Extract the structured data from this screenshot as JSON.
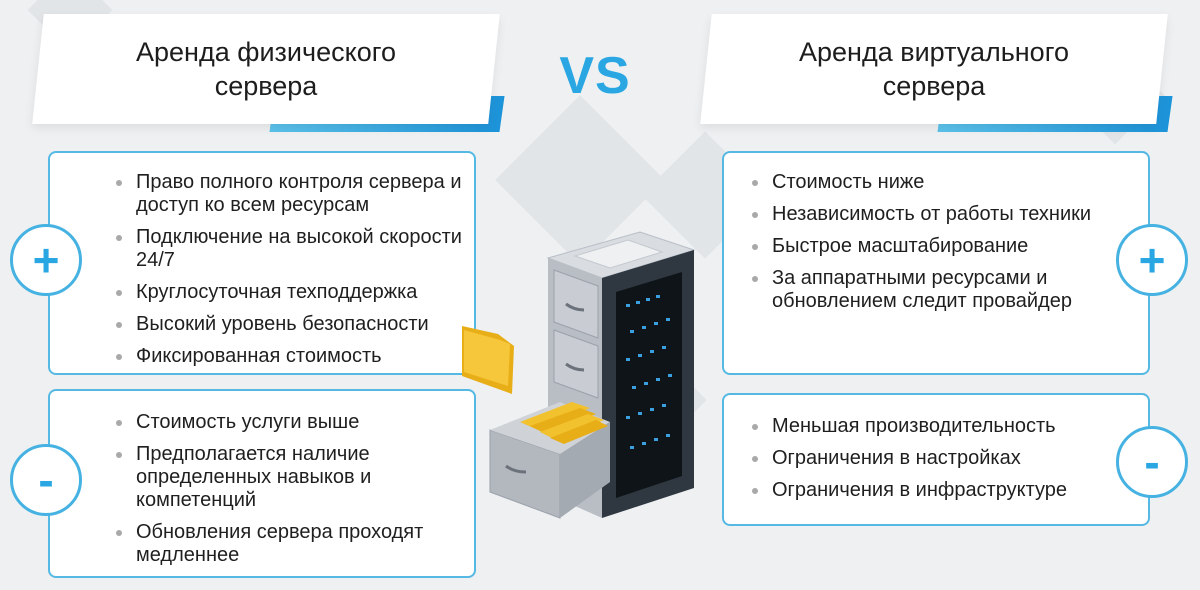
{
  "left": {
    "title": "Аренда физического сервера",
    "plus_sign": "+",
    "pros": [
      "Право полного контроля сервера и доступ ко всем ресурсам",
      "Подключение на высокой скорости 24/7",
      "Круглосуточная техподдержка",
      "Высокий уровень безопасности",
      "Фиксированная стоимость"
    ],
    "minus_sign": "-",
    "cons": [
      "Стоимость услуги выше",
      "Предполагается наличие определенных навыков и компетенций",
      "Обновления сервера проходят медленнее"
    ]
  },
  "vs_label": "VS",
  "right": {
    "title": "Аренда виртуального сервера",
    "plus_sign": "+",
    "pros": [
      "Стоимость ниже",
      "Независимость от работы техники",
      "Быстрое масштабирование",
      "За аппаратными ресурсами и обновлением следит провайдер"
    ],
    "minus_sign": "-",
    "cons": [
      "Меньшая производительность",
      "Ограничения в настройках",
      "Ограничения в инфраструктуре"
    ]
  },
  "colors": {
    "accent": "#2aa7e2",
    "border": "#55b9e3",
    "folder": "#f2c12e"
  },
  "icons": [
    "server-cabinet-icon",
    "folder-icon"
  ]
}
